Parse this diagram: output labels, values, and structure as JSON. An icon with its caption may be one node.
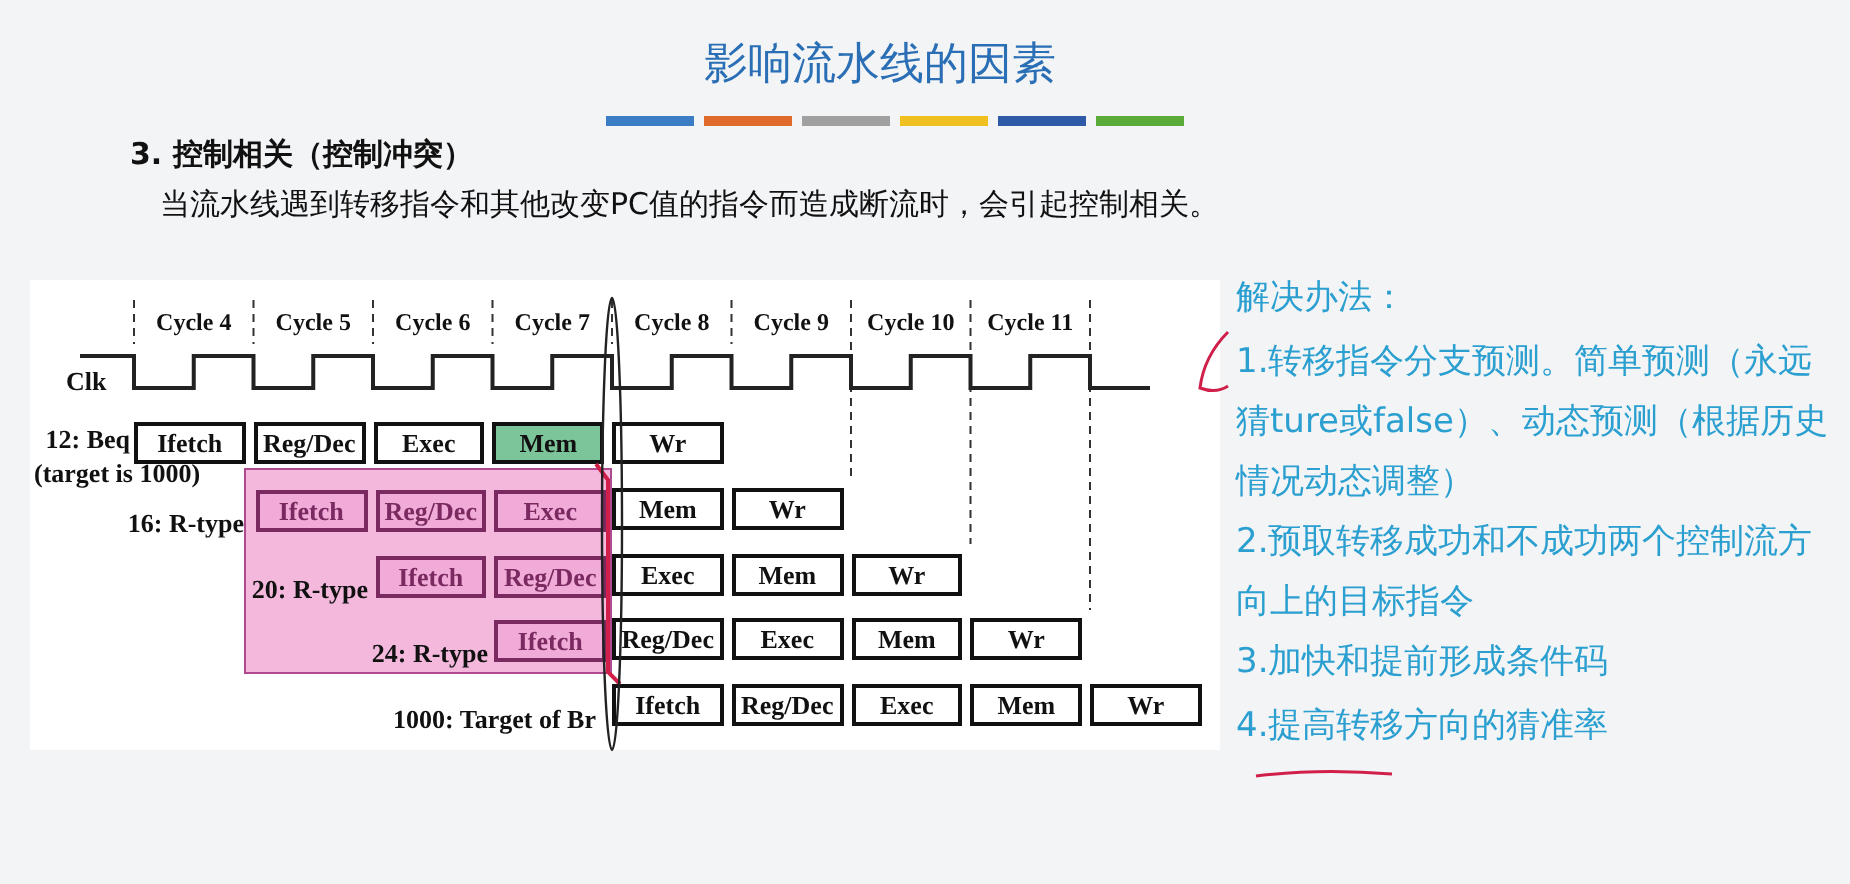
{
  "diagram": {
    "title": "影响流水线的因素",
    "nodes": [
      {
        "text": [],
        "shape": "box"
      },
      {
        "text": [
          "Ifetch"
        ]
      },
      {
        "text": [
          "Reg/Dec"
        ]
      },
      {
        "text": [
          "Exec"
        ]
      },
      {
        "text": [
          "Mem"
        ]
      },
      {
        "text": [
          "Wr"
        ]
      },
      {
        "text": [
          "Ifetch"
        ],
        "in": 0
      },
      {
        "text": [
          "Reg/Dec"
        ],
        "in": 0
      },
      {
        "text": [
          "Exec"
        ],
        "in": 0
      },
      {
        "text": [
          "Mem"
        ]
      },
      {
        "text": [
          "Wr"
        ]
      },
      {
        "text": [
          "Ifetch"
        ],
        "in": 0
      },
      {
        "text": [
          "Reg/Dec"
        ],
        "in": 0
      },
      {
        "text": [
          "Exec"
        ]
      },
      {
        "text": [
          "Mem"
        ]
      },
      {
        "text": [
          "Wr"
        ]
      },
      {
        "text": [
          "Ifetch"
        ],
        "in": 0
      },
      {
        "text": [
          "Reg/Dec"
        ]
      },
      {
        "text": [
          "Exec"
        ]
      },
      {
        "text": [
          "Mem"
        ]
      },
      {
        "text": [
          "Wr"
        ]
      },
      {
        "text": [
          "Ifetch"
        ]
      },
      {
        "text": [
          "Reg/Dec"
        ]
      },
      {
        "text": [
          "Exec"
        ]
      },
      {
        "text": [
          "Mem"
        ]
      },
      {
        "text": [
          "Wr"
        ]
      }
    ],
    "edges": [
      {
        "from": 4,
        "to": 21,
        "arrow": "none",
        "color": "#d0204a"
      }
    ],
    "labels": [
      "3. 控制相关（控制冲突）",
      "当流水线遇到转移指令和其他改变PC值的指令而造成断流时，会引起控制相关。",
      "Cycle 4",
      "Cycle 5",
      "Cycle 6",
      "Cycle 7",
      "Cycle 8",
      "Cycle 9",
      "Cycle 10",
      "Cycle 11",
      "Clk",
      "12: Beq",
      "(target is 1000)",
      "16: R-type",
      "20: R-type",
      "24: R-type",
      "1000: Target of Br",
      "解决办法：",
      "1.转移指令分支预测。简单预测（永远猜ture或false）、动态预测（根据历史情况动态调整）",
      "2.预取转移成功和不成功两个控制流方向上的目标指令",
      "3.加快和提前形成条件码",
      "4.提高转移方向的猜准率"
    ]
  }
}
